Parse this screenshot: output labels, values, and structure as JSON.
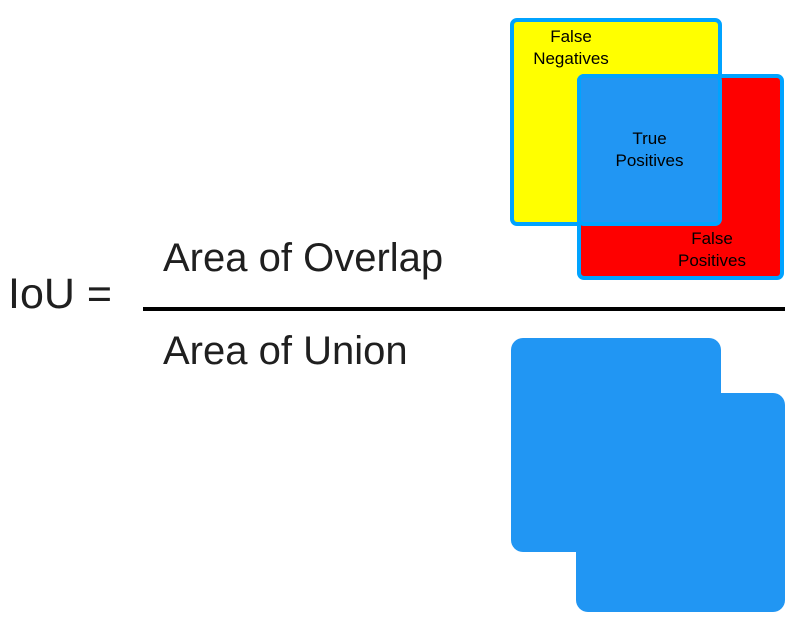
{
  "formula": {
    "lhs": "IoU =",
    "numerator": "Area of Overlap",
    "denominator": "Area of Union"
  },
  "legend": {
    "false_negatives": {
      "line1": "False",
      "line2": "Negatives"
    },
    "true_positives": {
      "line1": "True",
      "line2": "Positives"
    },
    "false_positives": {
      "line1": "False",
      "line2": "Positives"
    }
  },
  "colors": {
    "yellow": "#ffff00",
    "red": "#fe0000",
    "blue": "#2196f3",
    "border-blue": "#00a3ff",
    "text": "#1f1f1f"
  }
}
